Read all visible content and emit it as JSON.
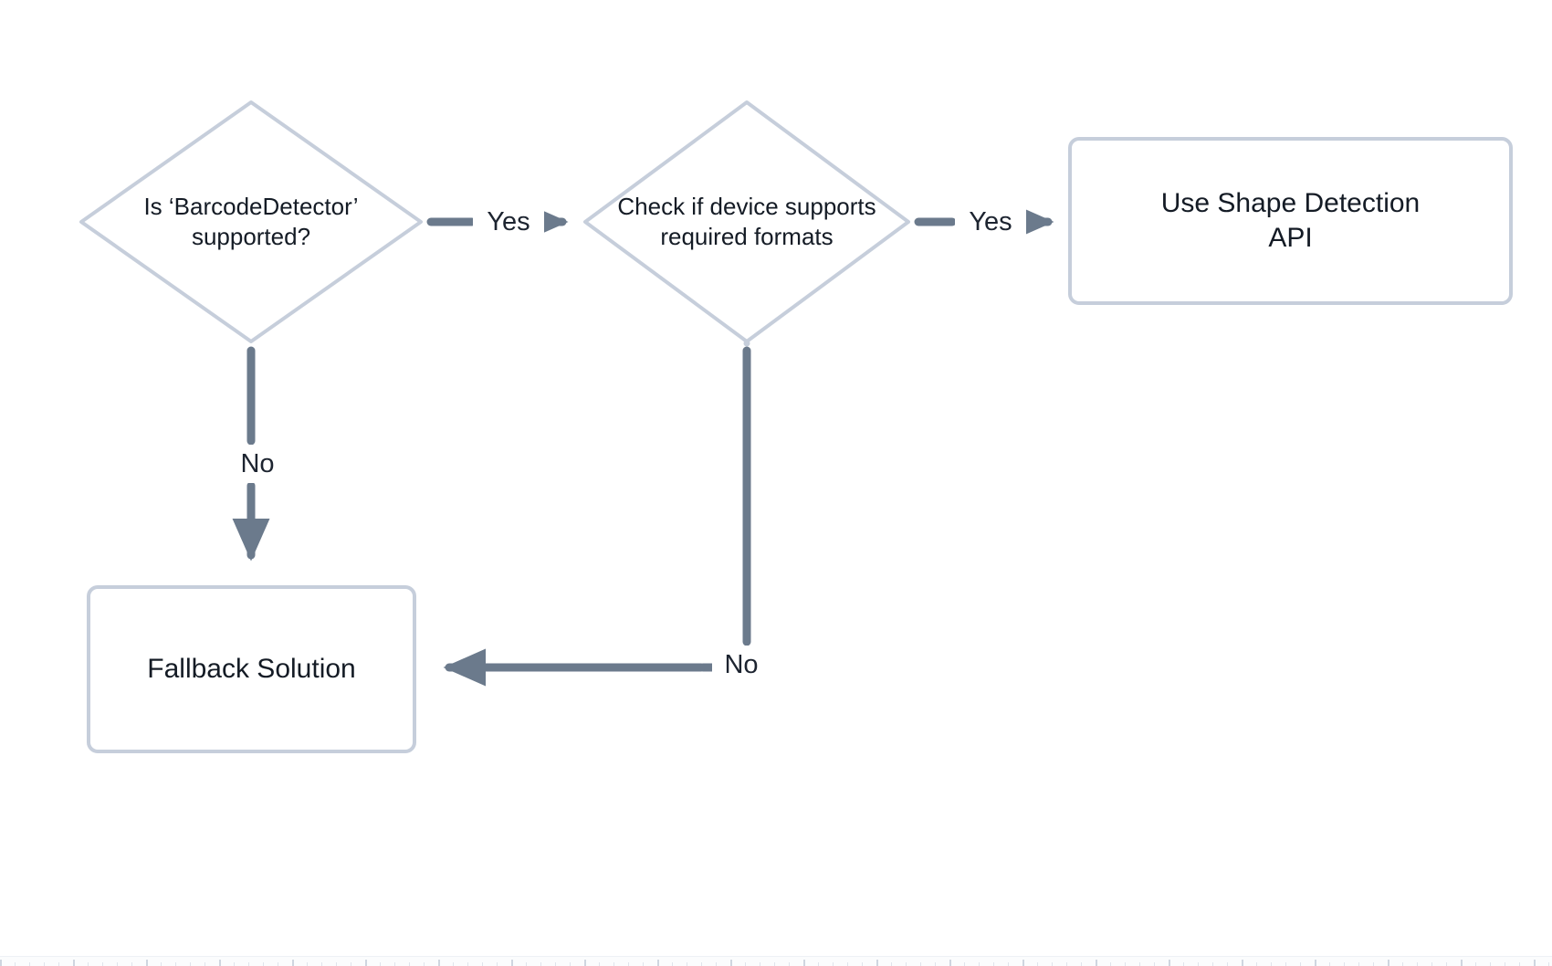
{
  "diagram": {
    "type": "flowchart",
    "title": "",
    "background_color": "#ffffff",
    "node_stroke_color": "#c6cedb",
    "node_fill_color": "#ffffff",
    "edge_color": "#6b7a8c",
    "text_color": "#141b25",
    "nodes": [
      {
        "id": "barcode-detector-check",
        "shape": "diamond",
        "label": "Is ‘BarcodeDetector’\nsupported?"
      },
      {
        "id": "device-formats-check",
        "shape": "diamond",
        "label": "Check if device supports\nrequired formats"
      },
      {
        "id": "use-shape-detection-api",
        "shape": "rounded-rect",
        "label": "Use Shape Detection\nAPI"
      },
      {
        "id": "fallback-solution",
        "shape": "rounded-rect",
        "label": "Fallback Solution"
      }
    ],
    "edges": [
      {
        "id": "edge-barcode-yes",
        "from": "barcode-detector-check",
        "to": "device-formats-check",
        "label": "Yes",
        "direction": "right"
      },
      {
        "id": "edge-barcode-no",
        "from": "barcode-detector-check",
        "to": "fallback-solution",
        "label": "No",
        "direction": "down"
      },
      {
        "id": "edge-formats-yes",
        "from": "device-formats-check",
        "to": "use-shape-detection-api",
        "label": "Yes",
        "direction": "right"
      },
      {
        "id": "edge-formats-no",
        "from": "device-formats-check",
        "to": "fallback-solution",
        "label": "No",
        "direction": "down-left"
      }
    ]
  }
}
